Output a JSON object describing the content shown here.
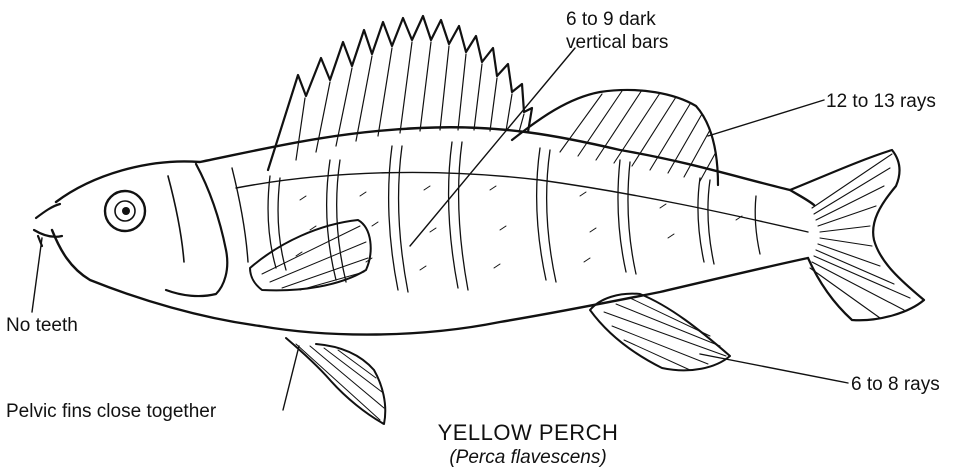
{
  "labels": {
    "bars_line1": "6 to 9 dark",
    "bars_line2": "vertical bars",
    "dorsal_rays": "12 to 13 rays",
    "no_teeth": "No teeth",
    "anal_rays": "6 to 8 rays",
    "pelvic": "Pelvic fins close together"
  },
  "title": {
    "common_name": "YELLOW PERCH",
    "scientific_name": "(Perca flavescens)"
  },
  "style": {
    "ink": "#111111",
    "background": "#ffffff"
  }
}
